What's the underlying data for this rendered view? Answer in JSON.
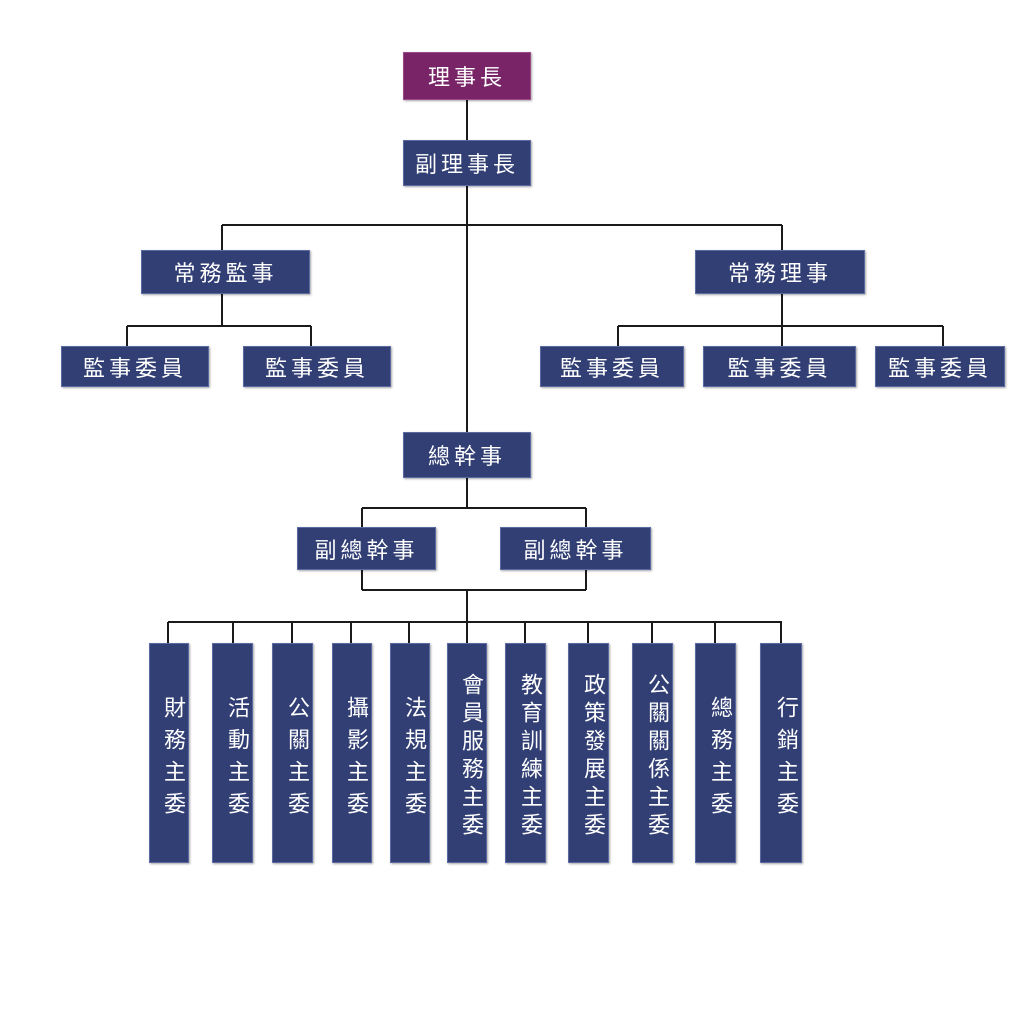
{
  "colors": {
    "box": "#323f74",
    "root": "#7a2468",
    "line": "#1a1a1a"
  },
  "chairman": "理事長",
  "vice_chairman": "副理事長",
  "standing_supervisor": {
    "label": "常務監事",
    "members": [
      "監事委員",
      "監事委員"
    ]
  },
  "standing_director": {
    "label": "常務理事",
    "members": [
      "監事委員",
      "監事委員",
      "監事委員"
    ]
  },
  "secretary_general": "總幹事",
  "deputy_secretaries": [
    "副總幹事",
    "副總幹事"
  ],
  "committees": [
    "財務主委",
    "活動主委",
    "公關主委",
    "攝影主委",
    "法規主委",
    "會員服務主委",
    "教育訓練主委",
    "政策發展主委",
    "公關關係主委",
    "總務主委",
    "行銷主委"
  ]
}
